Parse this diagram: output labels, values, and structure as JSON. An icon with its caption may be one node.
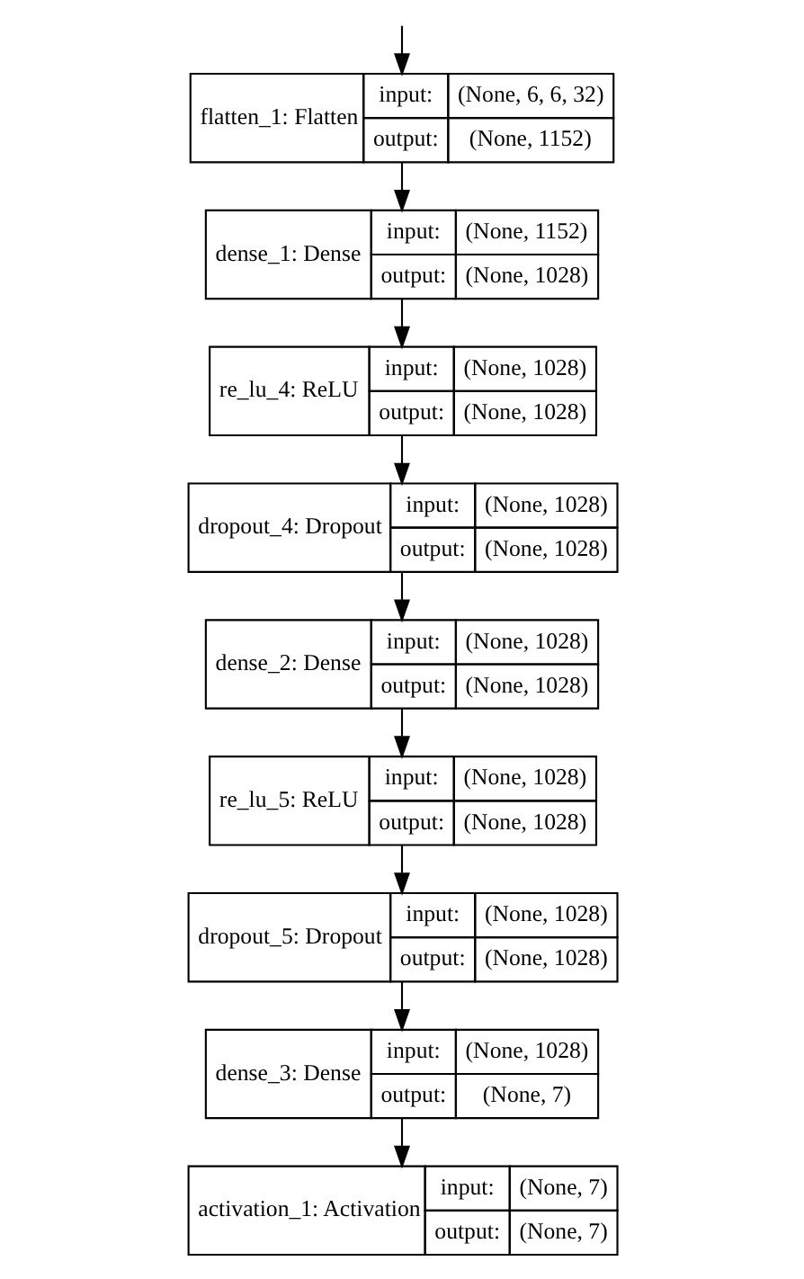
{
  "diagram": {
    "nodes": [
      {
        "text": [
          "flatten_1: Flatten",
          "input:",
          "(None, 6, 6, 32)",
          "output:",
          "(None, 1152)"
        ]
      },
      {
        "text": [
          "dense_1: Dense",
          "input:",
          "(None, 1152)",
          "output:",
          "(None, 1028)"
        ]
      },
      {
        "text": [
          "re_lu_4: ReLU",
          "input:",
          "(None, 1028)",
          "output:",
          "(None, 1028)"
        ]
      },
      {
        "text": [
          "dropout_4: Dropout",
          "input:",
          "(None, 1028)",
          "output:",
          "(None, 1028)"
        ]
      },
      {
        "text": [
          "dense_2: Dense",
          "input:",
          "(None, 1028)",
          "output:",
          "(None, 1028)"
        ]
      },
      {
        "text": [
          "re_lu_5: ReLU",
          "input:",
          "(None, 1028)",
          "output:",
          "(None, 1028)"
        ]
      },
      {
        "text": [
          "dropout_5: Dropout",
          "input:",
          "(None, 1028)",
          "output:",
          "(None, 1028)"
        ]
      },
      {
        "text": [
          "dense_3: Dense",
          "input:",
          "(None, 1028)",
          "output:",
          "(None, 7)"
        ]
      },
      {
        "text": [
          "activation_1: Activation",
          "input:",
          "(None, 7)",
          "output:",
          "(None, 7)"
        ]
      }
    ],
    "edges": [
      {
        "from": null,
        "to": 0,
        "arrow": "to"
      },
      {
        "from": 0,
        "to": 1,
        "arrow": "to"
      },
      {
        "from": 1,
        "to": 2,
        "arrow": "to"
      },
      {
        "from": 2,
        "to": 3,
        "arrow": "to"
      },
      {
        "from": 3,
        "to": 4,
        "arrow": "to"
      },
      {
        "from": 4,
        "to": 5,
        "arrow": "to"
      },
      {
        "from": 5,
        "to": 6,
        "arrow": "to"
      },
      {
        "from": 6,
        "to": 7,
        "arrow": "to"
      },
      {
        "from": 7,
        "to": 8,
        "arrow": "to"
      }
    ]
  }
}
